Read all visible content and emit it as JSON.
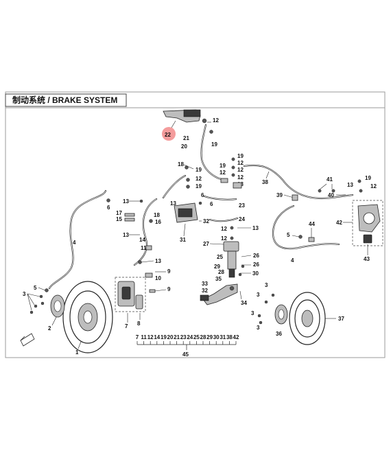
{
  "title": "制动系统 / BRAKE SYSTEM",
  "highlight_label": "22",
  "colors": {
    "highlight": "#f28b8b",
    "line": "#222222",
    "frame": "#9a9a9a"
  },
  "labels": {
    "l1": "1",
    "l2": "2",
    "l3a": "3",
    "l3b": "3",
    "l3c": "3",
    "l3d": "3",
    "l4a": "4",
    "l4b": "4",
    "l5a": "5",
    "l5b": "5",
    "l6a": "6",
    "l6b": "6",
    "l7": "7",
    "l8": "8",
    "l9a": "9",
    "l9b": "9",
    "l10": "10",
    "l11": "11",
    "l12a": "12",
    "l12b": "12",
    "l12c": "12",
    "l12d": "12",
    "l12e": "12",
    "l12f": "12",
    "l12g": "12",
    "l12h": "12",
    "l13a": "13",
    "l13b": "13",
    "l13c": "13",
    "l13d": "13",
    "l13e": "13",
    "l14": "14",
    "l15": "15",
    "l16": "16",
    "l17": "17",
    "l18a": "18",
    "l18b": "18",
    "l19a": "19",
    "l19b": "19",
    "l19c": "19",
    "l19d": "19",
    "l20": "20",
    "l21": "21",
    "l23": "23",
    "l24": "24",
    "l25": "25",
    "l26": "26",
    "l27": "27",
    "l28": "28",
    "l29": "29",
    "l30": "30",
    "l31": "31",
    "l32": "32",
    "l33": "33",
    "l34": "34",
    "l35": "35",
    "l36": "36",
    "l37": "37",
    "l38": "38",
    "l39": "39",
    "l40": "40",
    "l41": "41",
    "l42": "42",
    "l43": "43",
    "l44": "44",
    "l45": "45"
  },
  "sequence_labels": [
    "7",
    "11",
    "12",
    "14",
    "19",
    "20",
    "21",
    "23",
    "24",
    "25",
    "28",
    "29",
    "30",
    "31",
    "38",
    "42"
  ]
}
